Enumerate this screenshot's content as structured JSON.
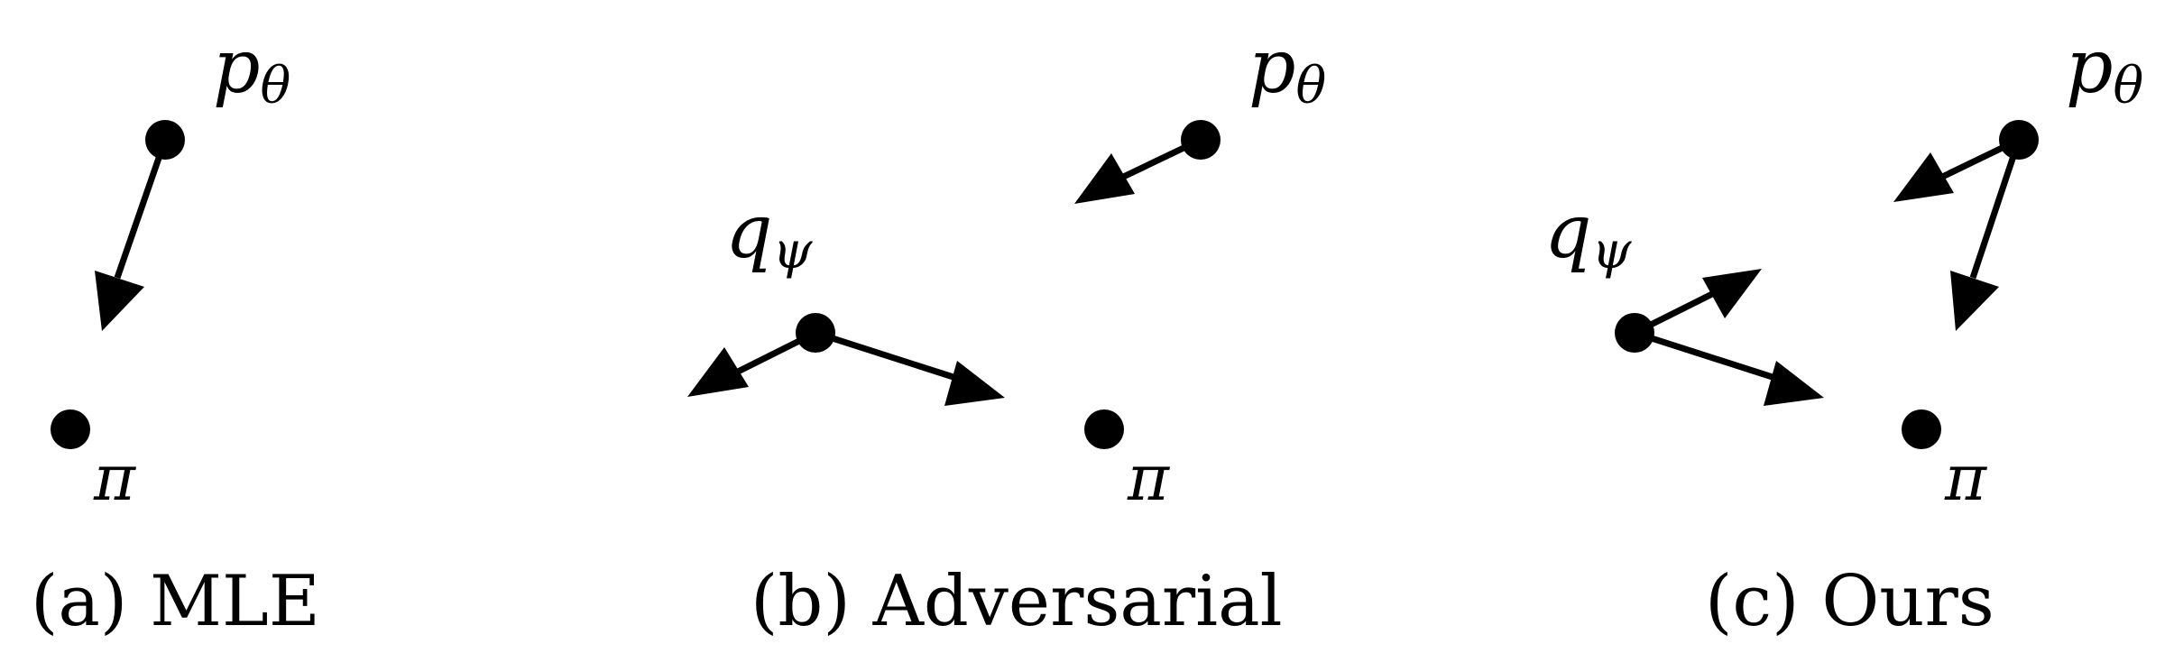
{
  "panels": [
    {
      "id": "a",
      "caption": "(a) MLE",
      "nodes": [
        {
          "id": "p_theta",
          "symbol": "p",
          "subscript": "θ"
        },
        {
          "id": "pi",
          "symbol": "π",
          "subscript": ""
        }
      ],
      "arrows": [
        {
          "from": "p_theta",
          "direction": "toward π"
        }
      ]
    },
    {
      "id": "b",
      "caption": "(b) Adversarial",
      "nodes": [
        {
          "id": "p_theta",
          "symbol": "p",
          "subscript": "θ"
        },
        {
          "id": "q_psi",
          "symbol": "q",
          "subscript": "ψ"
        },
        {
          "id": "pi",
          "symbol": "π",
          "subscript": ""
        }
      ],
      "arrows": [
        {
          "from": "p_theta",
          "direction": "toward q_ψ"
        },
        {
          "from": "q_psi",
          "direction": "away from p_θ"
        },
        {
          "from": "q_psi",
          "direction": "toward π"
        }
      ]
    },
    {
      "id": "c",
      "caption": "(c) Ours",
      "nodes": [
        {
          "id": "p_theta",
          "symbol": "p",
          "subscript": "θ"
        },
        {
          "id": "q_psi",
          "symbol": "q",
          "subscript": "ψ"
        },
        {
          "id": "pi",
          "symbol": "π",
          "subscript": ""
        }
      ],
      "arrows": [
        {
          "from": "p_theta",
          "direction": "toward q_ψ"
        },
        {
          "from": "p_theta",
          "direction": "toward π"
        },
        {
          "from": "q_psi",
          "direction": "toward p_θ"
        },
        {
          "from": "q_psi",
          "direction": "toward π"
        }
      ]
    }
  ]
}
